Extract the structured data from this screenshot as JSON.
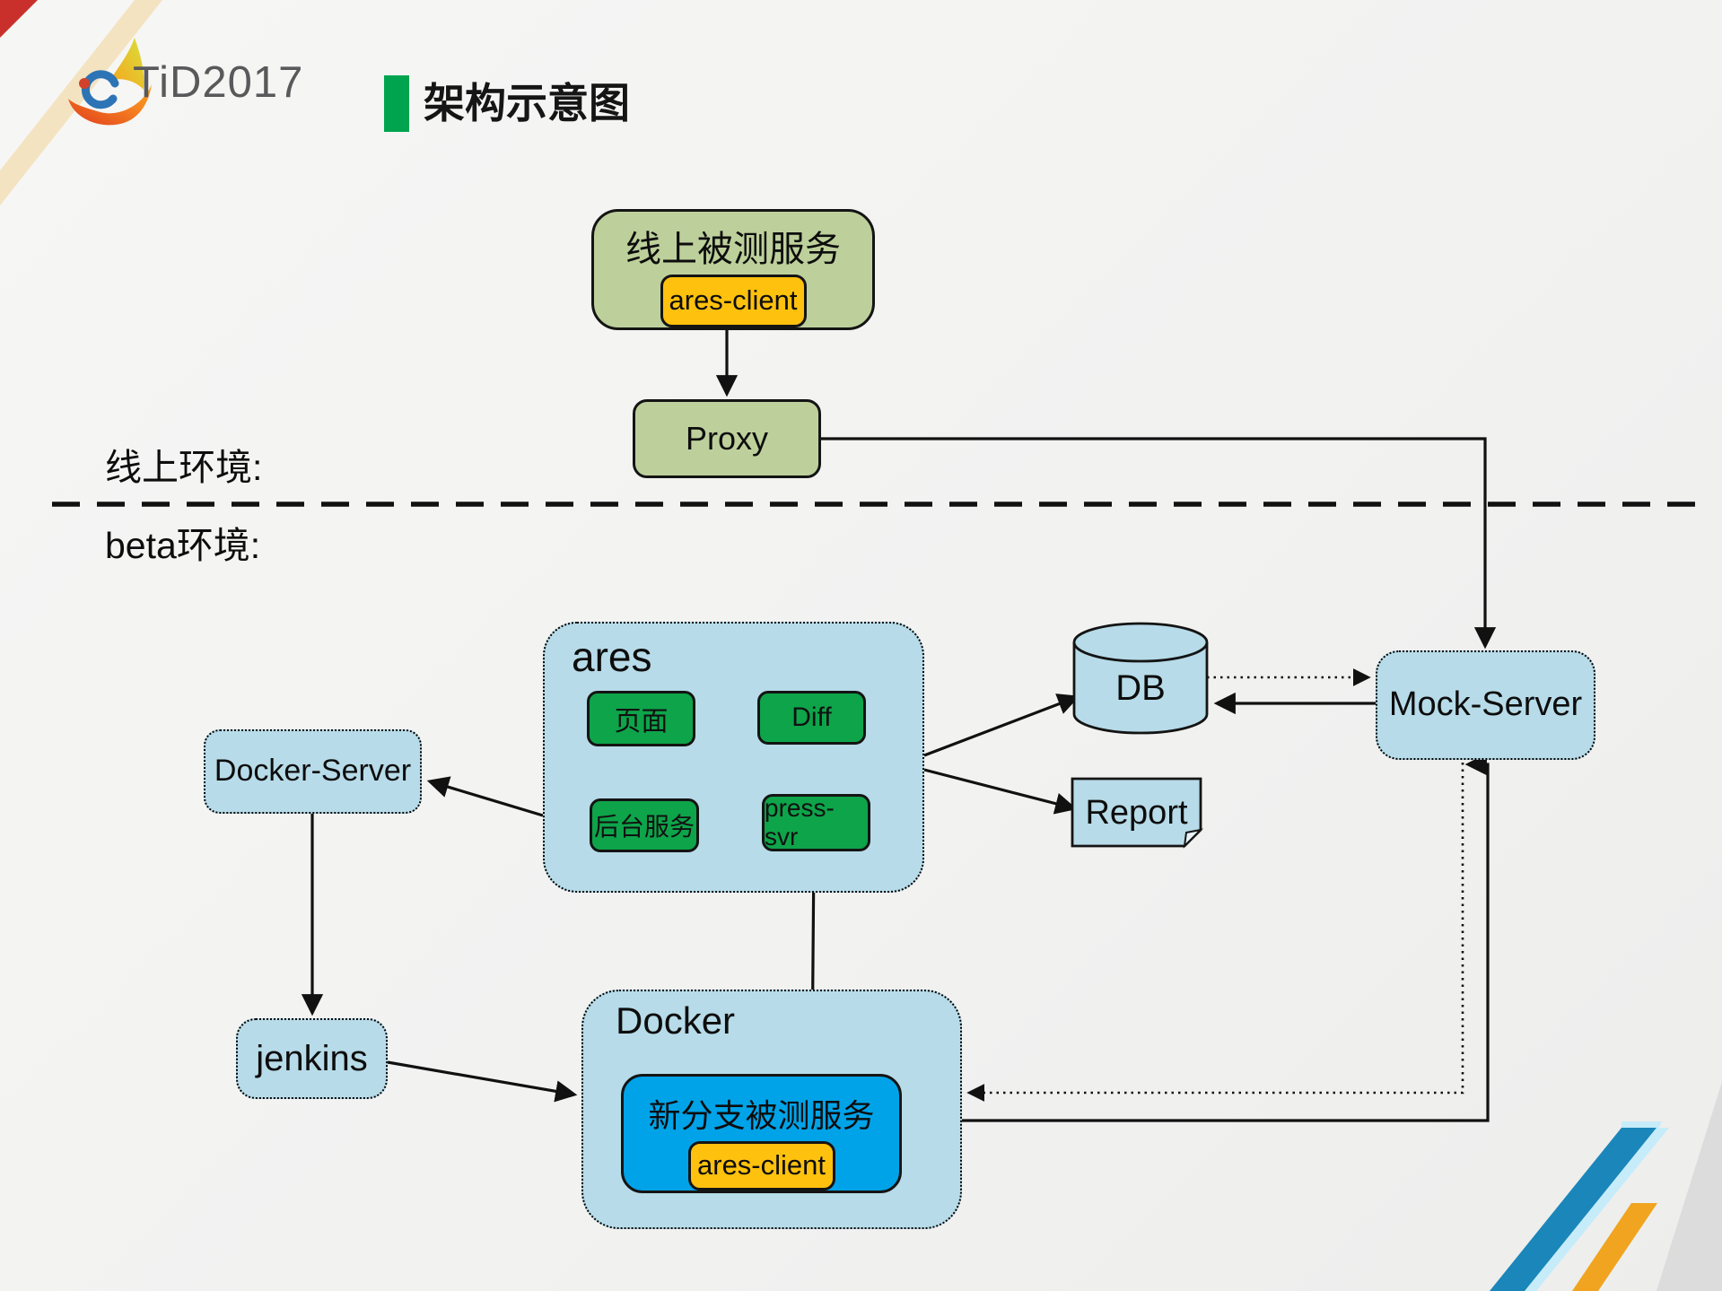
{
  "header": {
    "logo_text": "TiD2017",
    "title": "架构示意图"
  },
  "labels": {
    "online_env": "线上环境:",
    "beta_env": "beta环境:"
  },
  "nodes": {
    "online_service": {
      "title": "线上被测服务",
      "client": "ares-client"
    },
    "proxy": {
      "label": "Proxy"
    },
    "mock_server": {
      "label": "Mock-Server"
    },
    "ares": {
      "title": "ares",
      "page": "页面",
      "diff": "Diff",
      "backend": "后台服务",
      "press": "press-svr"
    },
    "db": {
      "label": "DB"
    },
    "report": {
      "label": "Report"
    },
    "docker_server": {
      "label": "Docker-Server"
    },
    "jenkins": {
      "label": "jenkins"
    },
    "docker": {
      "title": "Docker",
      "branch_service": "新分支被测服务",
      "client": "ares-client"
    }
  },
  "colors": {
    "box_olive_green": "#bdd09b",
    "box_orange": "#fec10d",
    "box_light_blue": "#b7dbe8",
    "box_bright_green": "#0ea44a",
    "box_bright_blue": "#00a3e8",
    "title_bullet_green": "#00a44f",
    "logo_text_gray": "#59595b",
    "stripe_blue": "#1a86ba",
    "stripe_orange": "#f0a41f",
    "line_black": "#111111"
  }
}
